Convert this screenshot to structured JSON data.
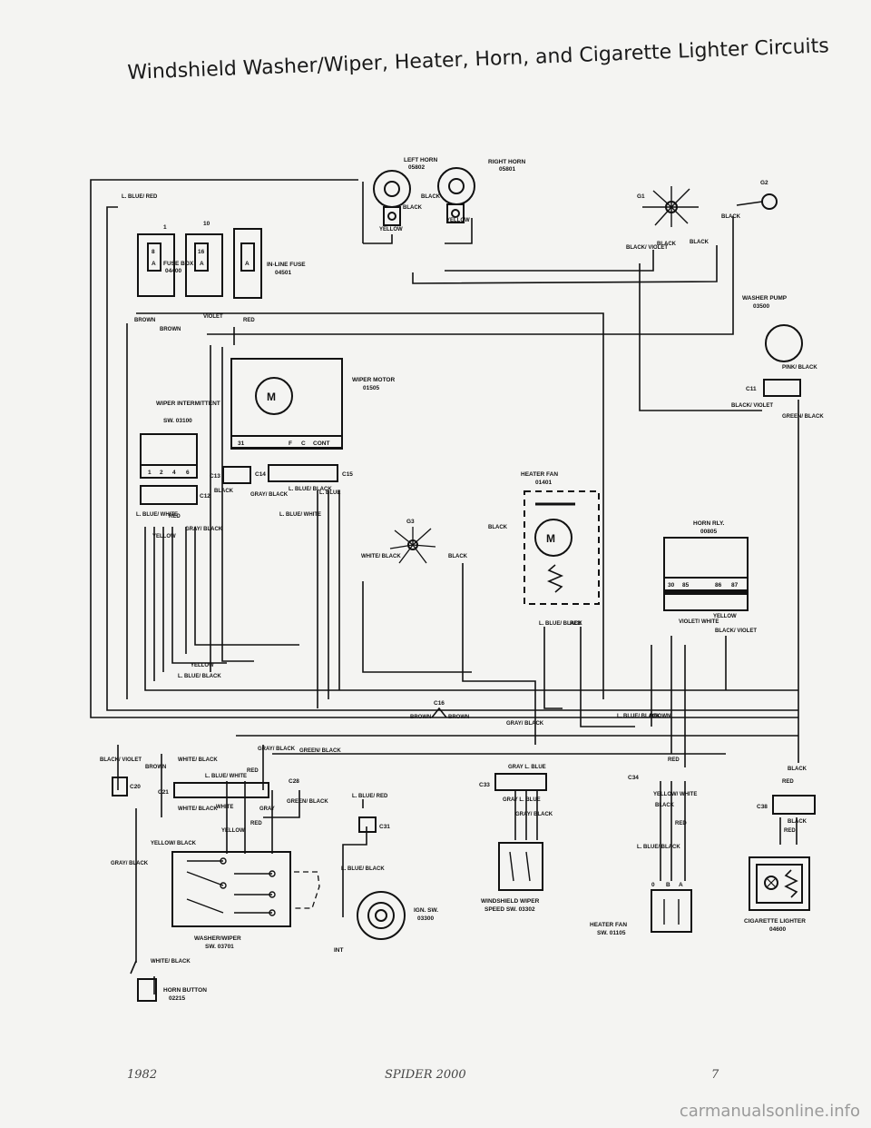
{
  "title": "Windshield Washer/Wiper, Heater, Horn, and Cigarette Lighter Circuits",
  "components": {
    "left_horn": {
      "name": "LEFT HORN",
      "code": "05802"
    },
    "right_horn": {
      "name": "RIGHT HORN",
      "code": "05801"
    },
    "fuse_box": {
      "name": "FUSE BOX",
      "code": "04400"
    },
    "inline_fuse": {
      "name": "IN-LINE FUSE",
      "code": "04501"
    },
    "wiper_motor": {
      "name": "WIPER MOTOR",
      "code": "01505"
    },
    "wiper_intermittent": {
      "name": "WIPER INTERMITTENT",
      "code": "SW. 03100"
    },
    "heater_fan": {
      "name": "HEATER FAN",
      "code": "01401"
    },
    "horn_rly": {
      "name": "HORN RLY.",
      "code": "00805"
    },
    "washer_pump": {
      "name": "WASHER PUMP",
      "code": "03500"
    },
    "washer_wiper_sw": {
      "name": "WASHER/WIPER",
      "code": "SW. 03701"
    },
    "horn_button": {
      "name": "HORN BUTTON",
      "code": "02215"
    },
    "ign_sw": {
      "name": "IGN. SW.",
      "code": "03300"
    },
    "windshield_wiper_speed_sw": {
      "name": "WINDSHIELD WIPER",
      "code": "SPEED SW. 03302"
    },
    "heater_fan_sw": {
      "name": "HEATER FAN",
      "code": "SW. 01105"
    },
    "cigarette_lighter": {
      "name": "CIGARETTE LIGHTER",
      "code": "04600"
    }
  },
  "grounds": {
    "g1": "G1",
    "g2": "G2",
    "g3": "G3"
  },
  "connectors": [
    "C11",
    "C12",
    "C13",
    "C14",
    "C15",
    "C16",
    "C20",
    "C21",
    "C28",
    "C31",
    "C33",
    "C34",
    "C38"
  ],
  "terminals": {
    "fuse_1": "1",
    "fuse_10": "10",
    "fuse_8": "8",
    "fuse_16": "16",
    "fuse_a1": "A",
    "fuse_a2": "A",
    "fuse_a3": "A",
    "wiper_31": "31",
    "wiper_f": "F",
    "wiper_c": "C",
    "wiper_cont": "CONT",
    "int_1": "1",
    "int_2": "2",
    "int_4": "4",
    "int_6": "6",
    "rly_30": "30",
    "rly_85": "85",
    "rly_86": "86",
    "rly_87": "87",
    "fan_0": "0",
    "fan_b": "B",
    "fan_a": "A",
    "m": "M",
    "int": "INT"
  },
  "wire_colors": {
    "lblue_red": "L. BLUE/ RED",
    "black": "BLACK",
    "yellow": "YELLOW",
    "brown": "BROWN",
    "violet": "VIOLET",
    "red": "RED",
    "black_violet": "BLACK/ VIOLET",
    "pink_black": "PINK/ BLACK",
    "green_black": "GREEN/ BLACK",
    "gray_black": "GRAY/ BLACK",
    "lblue_black": "L. BLUE/ BLACK",
    "lblue_white": "L. BLUE/ WHITE",
    "lblue": "L. BLUE",
    "white_black": "WHITE/ BLACK",
    "gray": "GRAY",
    "white": "WHITE",
    "yellow_white": "YELLOW/ WHITE",
    "violet_white": "VIOLET/ WHITE",
    "yellow_black": "YELLOW/ BLACK",
    "gray_lblue": "GRAY L. BLUE"
  },
  "footer": {
    "year": "1982",
    "model": "SPIDER 2000",
    "page": "7"
  },
  "watermark": "carmanualsonline.info"
}
